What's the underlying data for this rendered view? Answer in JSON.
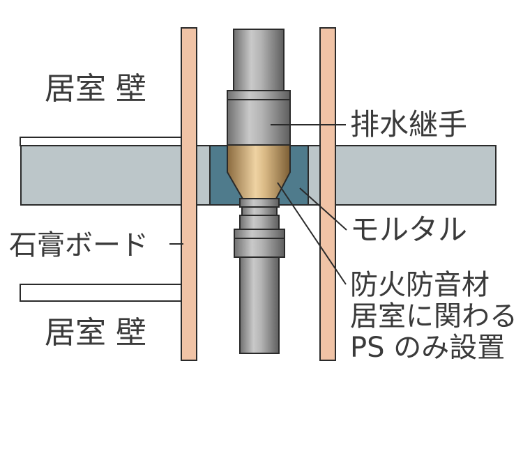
{
  "labels": {
    "room_wall_upper": "居室 壁",
    "room_wall_lower": "居室 壁",
    "gypsum_board": "石膏ボード",
    "drain_joint": "排水継手",
    "mortar": "モルタル",
    "fire_material_line1": "防火防音材",
    "fire_material_line2": "居室に関わる",
    "fire_material_line3": "PS のみ設置"
  },
  "colors": {
    "gypsum_board": "#f0c3a6",
    "slab": "#bcc6c9",
    "mortar": "#4f7b8c",
    "pipe": "#9a9a9a",
    "fire_material": "#c8a878",
    "outline": "#2a2a2a",
    "text": "#3a3a3a"
  }
}
